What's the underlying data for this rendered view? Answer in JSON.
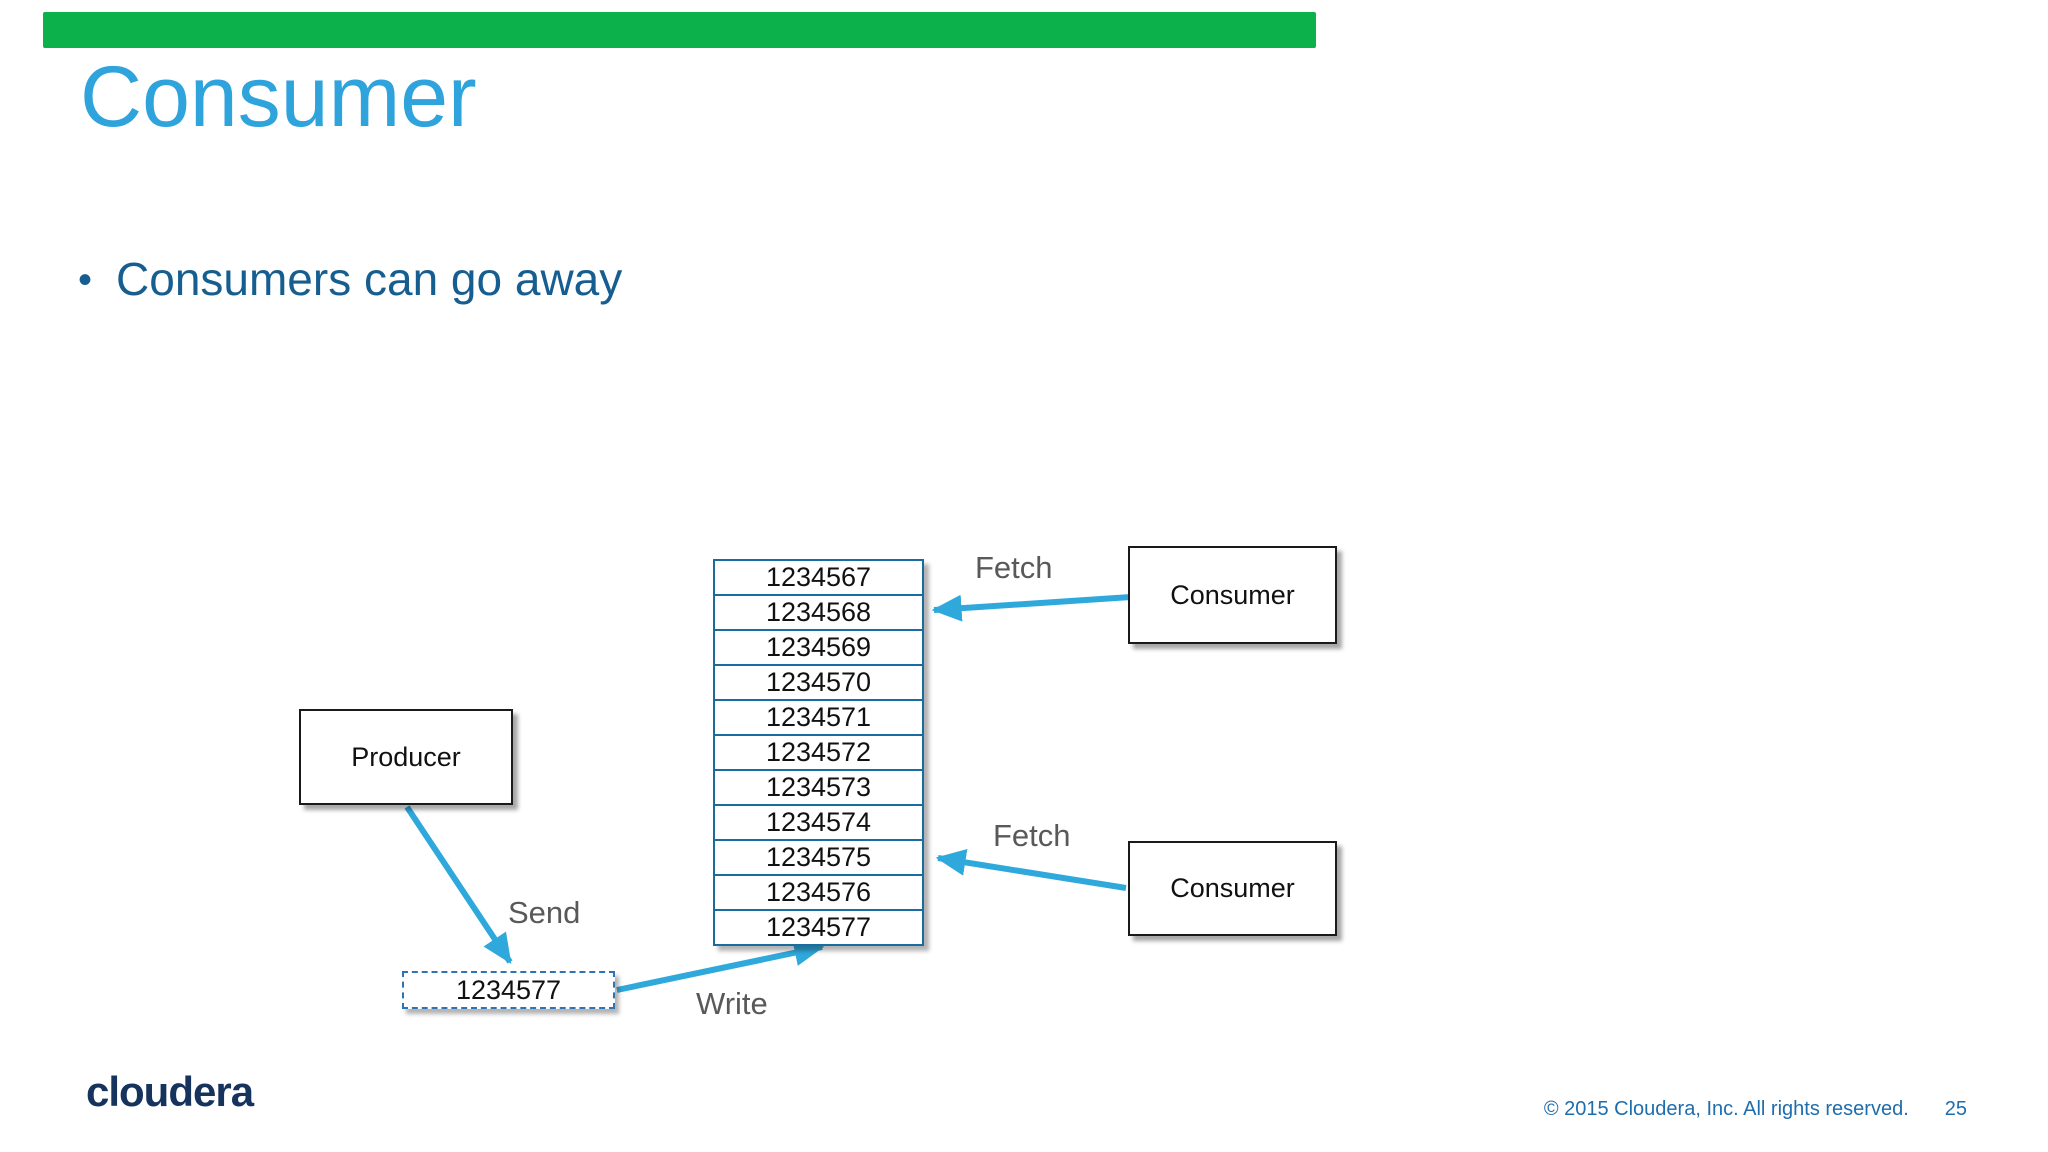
{
  "slide": {
    "title": "Consumer",
    "bullet_marker": "•",
    "bullet": "Consumers can go away"
  },
  "diagram": {
    "producer": {
      "label": "Producer"
    },
    "consumer_top": {
      "label": "Consumer"
    },
    "consumer_bottom": {
      "label": "Consumer"
    },
    "log": {
      "cells": [
        "1234567",
        "1234568",
        "1234569",
        "1234570",
        "1234571",
        "1234572",
        "1234573",
        "1234574",
        "1234575",
        "1234576",
        "1234577"
      ]
    },
    "pending_record": {
      "value": "1234577"
    },
    "labels": {
      "fetch_top": "Fetch",
      "fetch_bottom": "Fetch",
      "send": "Send",
      "write": "Write"
    }
  },
  "footer": {
    "logo_text": "cloudera",
    "copyright": "© 2015 Cloudera, Inc. All rights reserved.",
    "page_number": "25"
  },
  "colors": {
    "title_blue": "#2EA3DC",
    "body_blue": "#175E90",
    "arrow_blue": "#2FA8DC",
    "log_border_blue": "#1A6B9E",
    "dashed_border_blue": "#2E74B5",
    "label_gray": "#595959",
    "logo_navy": "#16335E",
    "footer_blue": "#1E6DAD",
    "progress_green": "#0DB14B",
    "box_border_black": "#1A1A1A"
  }
}
